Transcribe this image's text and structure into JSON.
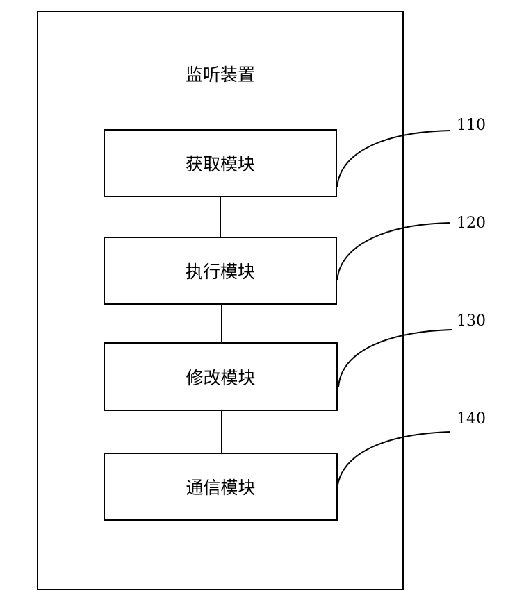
{
  "device": {
    "title": "监听装置"
  },
  "modules": [
    {
      "label": "获取模块",
      "ref": "110"
    },
    {
      "label": "执行模块",
      "ref": "120"
    },
    {
      "label": "修改模块",
      "ref": "130"
    },
    {
      "label": "通信模块",
      "ref": "140"
    }
  ]
}
